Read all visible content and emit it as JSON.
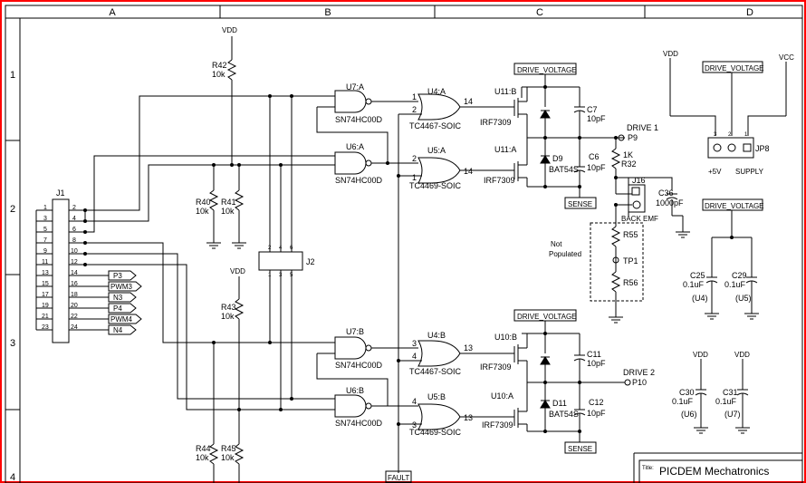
{
  "columns": [
    "A",
    "B",
    "C",
    "D"
  ],
  "rows": [
    "1",
    "2",
    "3",
    "4"
  ],
  "title_block": {
    "label": "Title:",
    "value": "PICDEM Mechatronics"
  },
  "power": {
    "vdd": "VDD",
    "vcc": "VCC",
    "drive_voltage": "DRIVE_VOLTAGE",
    "sense": "SENSE",
    "fault": "FAULT"
  },
  "connectors": {
    "j1": "J1",
    "j2": "J2",
    "j8": "JP8",
    "j16": "J16",
    "j1_pins_left": [
      "1",
      "3",
      "5",
      "7",
      "9",
      "11",
      "13",
      "15",
      "17",
      "19",
      "21",
      "23"
    ],
    "j1_pins_right": [
      "2",
      "4",
      "6",
      "8",
      "10",
      "12",
      "14",
      "16",
      "18",
      "20",
      "22",
      "24"
    ],
    "j2_pins": [
      "1",
      "2",
      "3",
      "4",
      "5",
      "6"
    ],
    "j8_pins": [
      "3",
      "2",
      "1"
    ],
    "j8_labels": [
      "+5V",
      "SUPPLY"
    ],
    "back_emf": "BACK EMF"
  },
  "signals": {
    "p3": "P3",
    "pwm3": "PWM3",
    "n3": "N3",
    "p4": "P4",
    "pwm4": "PWM4",
    "n4": "N4",
    "drive1": "DRIVE 1",
    "p9": "P9",
    "drive2": "DRIVE 2",
    "p10": "P10",
    "tp1": "TP1"
  },
  "resistors": {
    "r42": "R42",
    "r42v": "10k",
    "r40": "R40",
    "r40v": "10k",
    "r41": "R41",
    "r41v": "10k",
    "r43": "R43",
    "r43v": "10k",
    "r44": "R44",
    "r44v": "10k",
    "r45": "R45",
    "r45v": "10k",
    "r32": "R32",
    "r32v": "1K",
    "r55": "R55",
    "r56": "R56"
  },
  "gates": {
    "u7a": "U7:A",
    "u6a": "U6:A",
    "u7b": "U7:B",
    "u6b": "U6:B",
    "nand": "SN74HC00D",
    "u4a": "U4:A",
    "u5a": "U5:A",
    "u4b": "U4:B",
    "u5b": "U5:B",
    "tc4467": "TC4467-SOIC",
    "tc4469": "TC4469-SOIC",
    "pins_top_a": [
      "1",
      "2",
      "14"
    ],
    "pins_bot_a": [
      "2",
      "1",
      "14"
    ],
    "pins_top_b": [
      "3",
      "4",
      "13"
    ],
    "pins_bot_b": [
      "4",
      "3",
      "13"
    ]
  },
  "fets": {
    "u11b": "U11:B",
    "u11a": "U11:A",
    "u10b": "U10:B",
    "u10a": "U10:A",
    "irf": "IRF7309"
  },
  "diodes": {
    "d9": "D9",
    "d11": "D11",
    "bat": "BAT54S"
  },
  "capacitors": {
    "c7": "C7",
    "c7v": "10pF",
    "c6": "C6",
    "c6v": "10pF",
    "c11": "C11",
    "c11v": "10pF",
    "c12": "C12",
    "c12v": "10pF",
    "c36": "C36",
    "c36v": "1000pF",
    "c25": "C25",
    "c25v": "0.1uF",
    "c25u": "(U4)",
    "c29": "C29",
    "c29v": "0.1uF",
    "c29u": "(U5)",
    "c30": "C30",
    "c30v": "0.1uF",
    "c30u": "(U6)",
    "c31": "C31",
    "c31v": "0.1uF",
    "c31u": "(U7)"
  },
  "notes": {
    "not_populated_1": "Not",
    "not_populated_2": "Populated"
  },
  "colors": {
    "border": "#ff0000",
    "line": "#000000",
    "background": "#ffffff"
  }
}
